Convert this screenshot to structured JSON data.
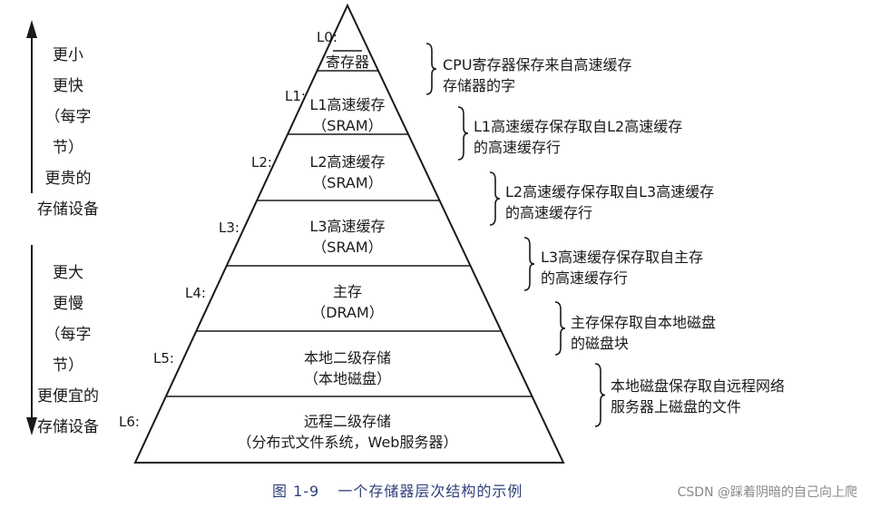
{
  "top_side": [
    "更小",
    "更快",
    "（每字节）",
    "更贵的",
    "存储设备"
  ],
  "bottom_side": [
    "更大",
    "更慢",
    "（每字节）",
    "更便宜的",
    "存储设备"
  ],
  "levels": [
    {
      "label": "L0:",
      "name": "寄存器",
      "sub": "",
      "note": [
        "CPU寄存器保存来自高速缓存",
        "存储器的字"
      ]
    },
    {
      "label": "L1:",
      "name": "L1高速缓存",
      "sub": "（SRAM）",
      "note": [
        "L1高速缓存保存取自L2高速缓存",
        "的高速缓存行"
      ]
    },
    {
      "label": "L2:",
      "name": "L2高速缓存",
      "sub": "（SRAM）",
      "note": [
        "L2高速缓存保存取自L3高速缓存",
        "的高速缓存行"
      ]
    },
    {
      "label": "L3:",
      "name": "L3高速缓存",
      "sub": "（SRAM）",
      "note": [
        "L3高速缓存保存取自主存",
        "的高速缓存行"
      ]
    },
    {
      "label": "L4:",
      "name": "主存",
      "sub": "（DRAM）",
      "note": [
        "主存保存取自本地磁盘",
        "的磁盘块"
      ]
    },
    {
      "label": "L5:",
      "name": "本地二级存储",
      "sub": "（本地磁盘）",
      "note": [
        "本地磁盘保存取自远程网络",
        "服务器上磁盘的文件"
      ]
    },
    {
      "label": "L6:",
      "name": "远程二级存储",
      "sub": "（分布式文件系统，Web服务器）",
      "note": []
    }
  ],
  "caption": {
    "number": "图 1-9",
    "text": "一个存储器层次结构的示例"
  },
  "watermark": "CSDN @踩着阴暗的自己向上爬"
}
